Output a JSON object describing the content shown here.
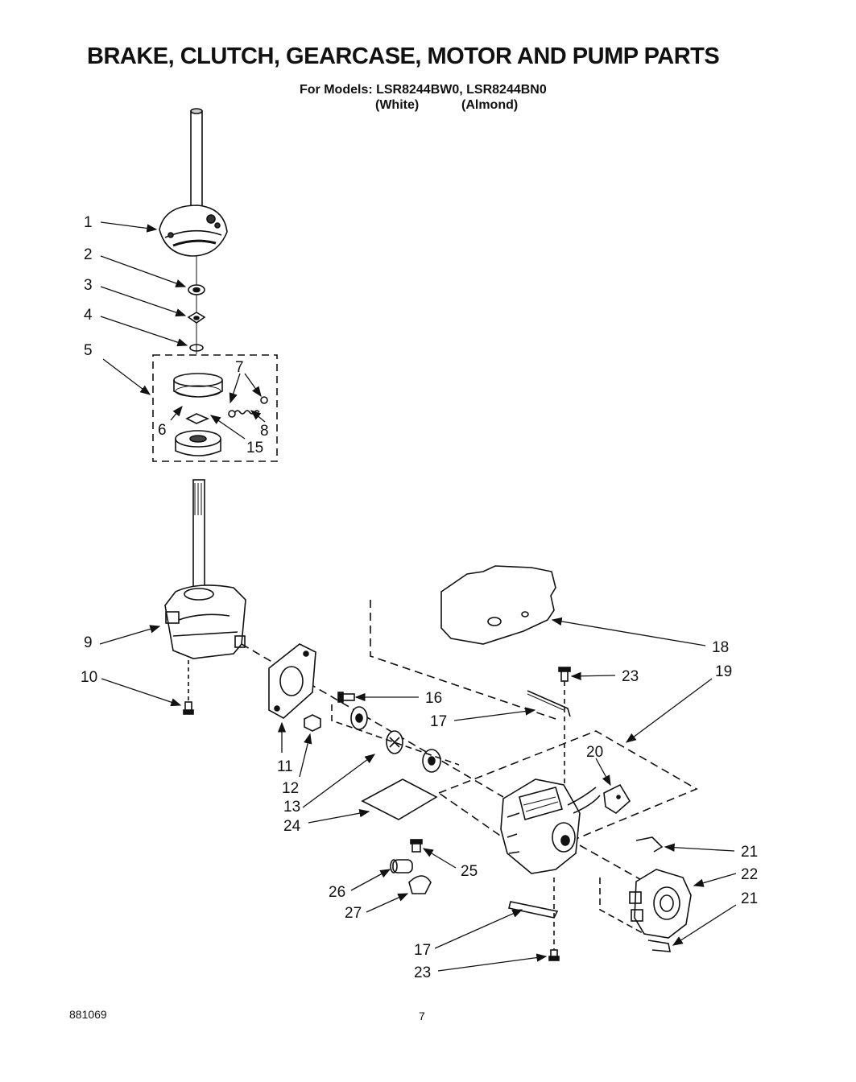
{
  "header": {
    "title": "BRAKE, CLUTCH, GEARCASE, MOTOR AND PUMP PARTS",
    "models_line": "For Models: LSR8244BW0, LSR8244BN0",
    "variant_white": "(White)",
    "variant_almond": "(Almond)"
  },
  "diagram": {
    "callouts": [
      {
        "id": "c1",
        "label": "1"
      },
      {
        "id": "c2",
        "label": "2"
      },
      {
        "id": "c3",
        "label": "3"
      },
      {
        "id": "c4",
        "label": "4"
      },
      {
        "id": "c5",
        "label": "5"
      },
      {
        "id": "c6",
        "label": "6"
      },
      {
        "id": "c7",
        "label": "7"
      },
      {
        "id": "c8",
        "label": "8"
      },
      {
        "id": "c15",
        "label": "15"
      },
      {
        "id": "c9",
        "label": "9"
      },
      {
        "id": "c10",
        "label": "10"
      },
      {
        "id": "c11",
        "label": "11"
      },
      {
        "id": "c12",
        "label": "12"
      },
      {
        "id": "c13",
        "label": "13"
      },
      {
        "id": "c24",
        "label": "24"
      },
      {
        "id": "c16",
        "label": "16"
      },
      {
        "id": "c17a",
        "label": "17"
      },
      {
        "id": "c18",
        "label": "18"
      },
      {
        "id": "c19",
        "label": "19"
      },
      {
        "id": "c23a",
        "label": "23"
      },
      {
        "id": "c20",
        "label": "20"
      },
      {
        "id": "c21a",
        "label": "21"
      },
      {
        "id": "c22",
        "label": "22"
      },
      {
        "id": "c21b",
        "label": "21"
      },
      {
        "id": "c25",
        "label": "25"
      },
      {
        "id": "c26",
        "label": "26"
      },
      {
        "id": "c27",
        "label": "27"
      },
      {
        "id": "c17b",
        "label": "17"
      },
      {
        "id": "c23b",
        "label": "23"
      }
    ]
  },
  "footer": {
    "doc_number": "881069",
    "page_number": "7"
  }
}
